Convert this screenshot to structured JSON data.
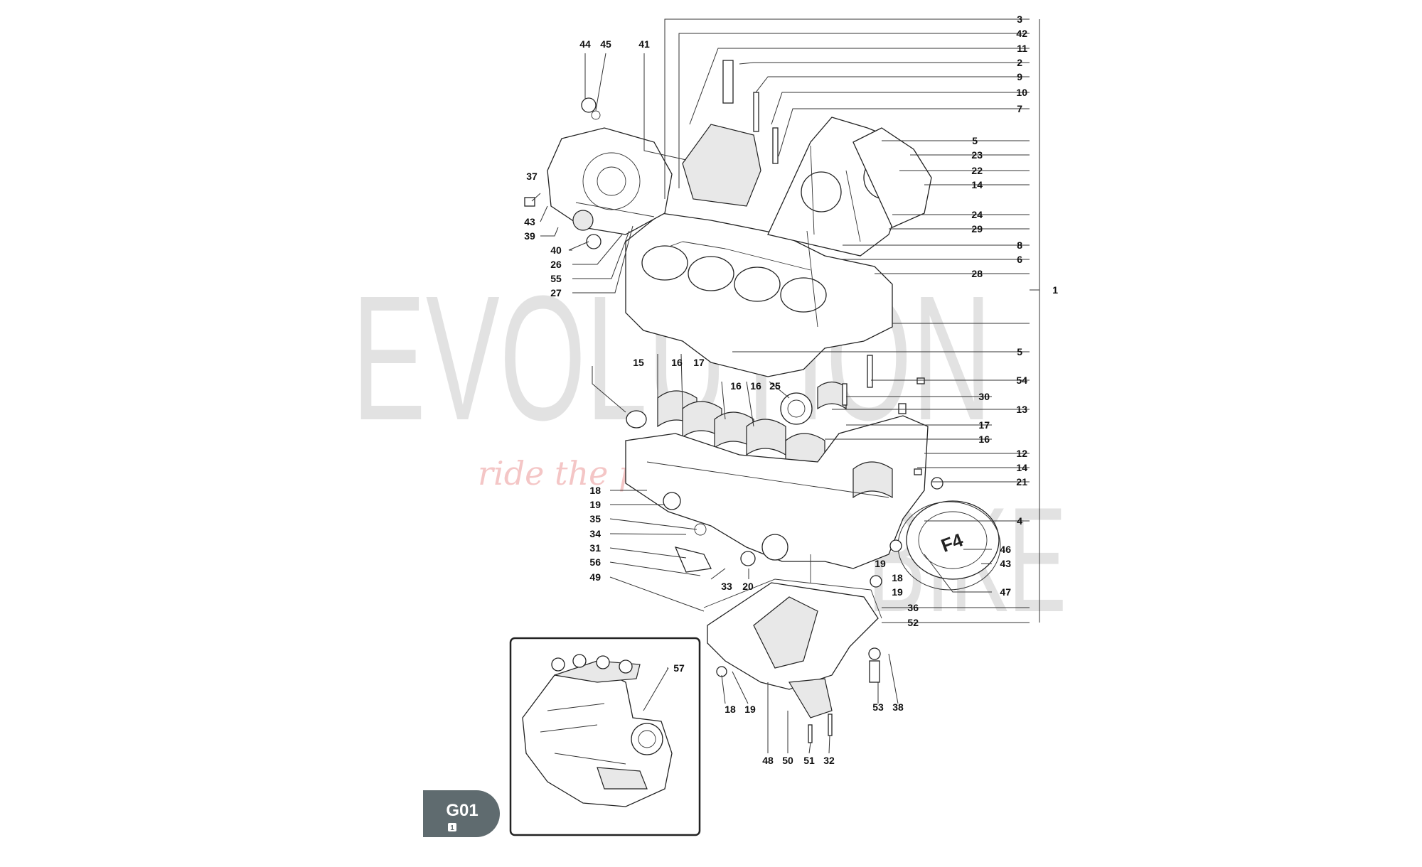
{
  "watermark": {
    "brand": "EVOLUTION BIKE",
    "tagline": "ride the power"
  },
  "page_code": {
    "code": "G01",
    "sheet": "1",
    "color": "#5f6b6f"
  },
  "callouts": [
    "3",
    "42",
    "11",
    "2",
    "9",
    "10",
    "7",
    "5",
    "23",
    "22",
    "14",
    "24",
    "29",
    "8",
    "6",
    "28",
    "1",
    "5",
    "54",
    "30",
    "13",
    "17",
    "16",
    "12",
    "14",
    "21",
    "4",
    "46",
    "43",
    "47",
    "36",
    "52",
    "44",
    "45",
    "41",
    "37",
    "43",
    "39",
    "40",
    "26",
    "55",
    "27",
    "15",
    "16",
    "17",
    "16",
    "16",
    "25",
    "18",
    "19",
    "35",
    "34",
    "31",
    "56",
    "49",
    "33",
    "20",
    "19",
    "18",
    "19",
    "18",
    "19",
    "53",
    "38",
    "48",
    "50",
    "51",
    "32",
    "57"
  ],
  "inset": {
    "label": "57"
  },
  "cover_logo": "F4"
}
